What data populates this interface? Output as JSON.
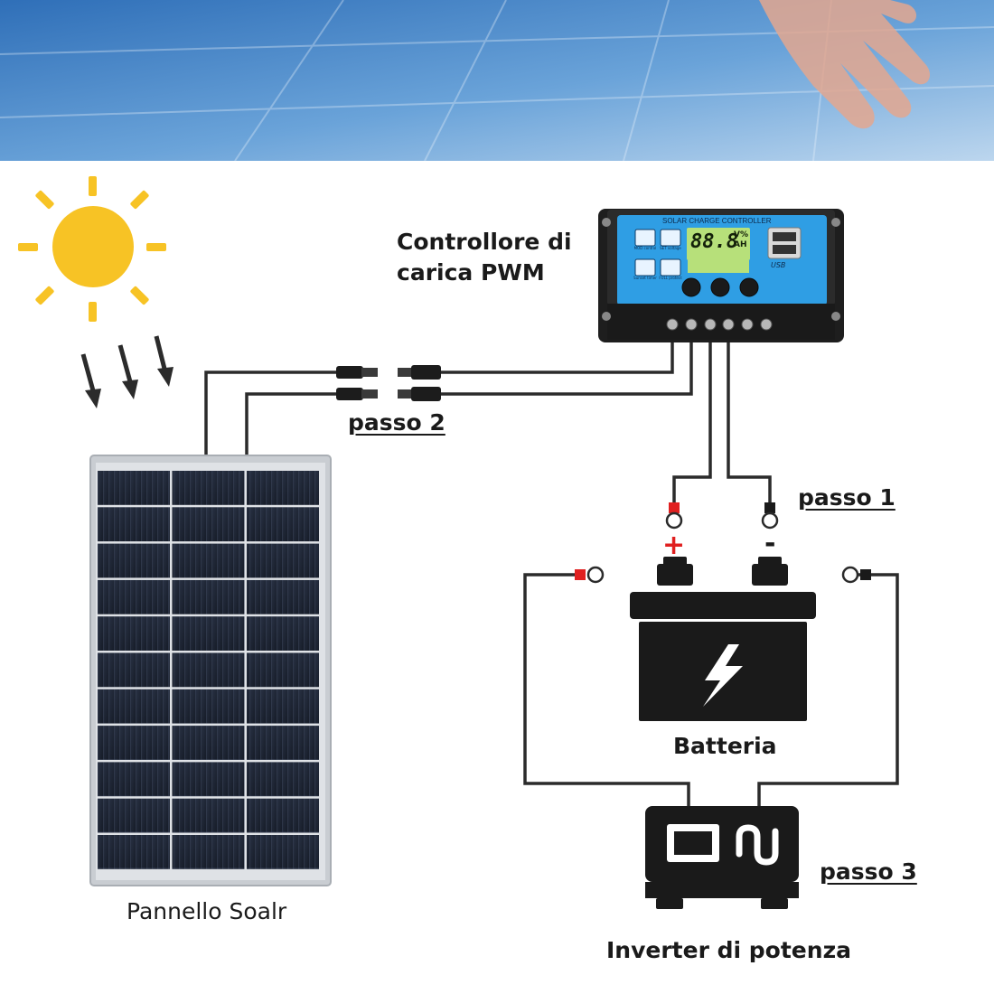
{
  "labels": {
    "controller_line1": "Controllore di",
    "controller_line2": "carica PWM",
    "step1": "passo 1",
    "step2": "passo 2",
    "step3": "passo 3",
    "battery": "Batteria",
    "panel": "Pannello Soalr",
    "inverter": "Inverter di potenza"
  },
  "controller": {
    "title": "SOLAR CHARGE CONTROLLER",
    "display": "88.8",
    "units_top": "V%",
    "units_bottom": "AH",
    "usb": "USB",
    "button_labels": [
      "MOD control",
      "SET voltage",
      "Sunset timer",
      "FULL protect"
    ]
  },
  "battery_terminals": {
    "positive": "+",
    "negative": "-"
  },
  "colors": {
    "sky_top": "#3b7fc9",
    "sky_bottom": "#bcd6ee",
    "sun": "#f7c325",
    "panel_cell": "#1d2433",
    "panel_frame": "#c9cdd2",
    "controller_screen": "#2f9ee4",
    "positive": "#e02020",
    "wire": "#2b2b2b"
  }
}
